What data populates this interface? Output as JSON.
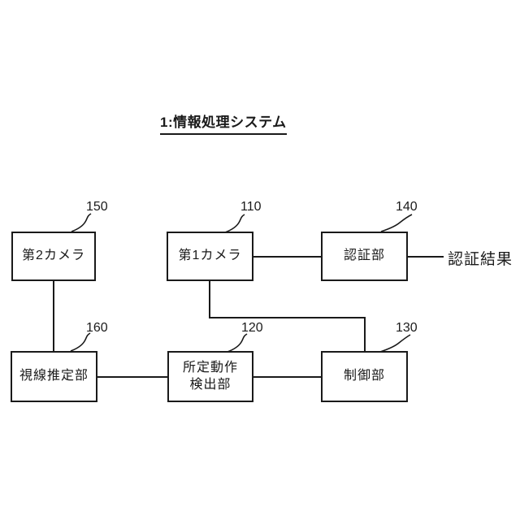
{
  "figure": {
    "title": "1:情報処理システム",
    "output_label": "認証結果",
    "blocks": {
      "camera2": {
        "ref": "150",
        "label": "第2カメラ"
      },
      "camera1": {
        "ref": "110",
        "label": "第1カメラ"
      },
      "auth": {
        "ref": "140",
        "label": "認証部"
      },
      "gaze": {
        "ref": "160",
        "label": "視線推定部"
      },
      "motion": {
        "ref": "120",
        "label_line1": "所定動作",
        "label_line2": "検出部"
      },
      "control": {
        "ref": "130",
        "label": "制御部"
      }
    },
    "colors": {
      "ink": "#1a1a1a",
      "background": "#ffffff"
    }
  }
}
